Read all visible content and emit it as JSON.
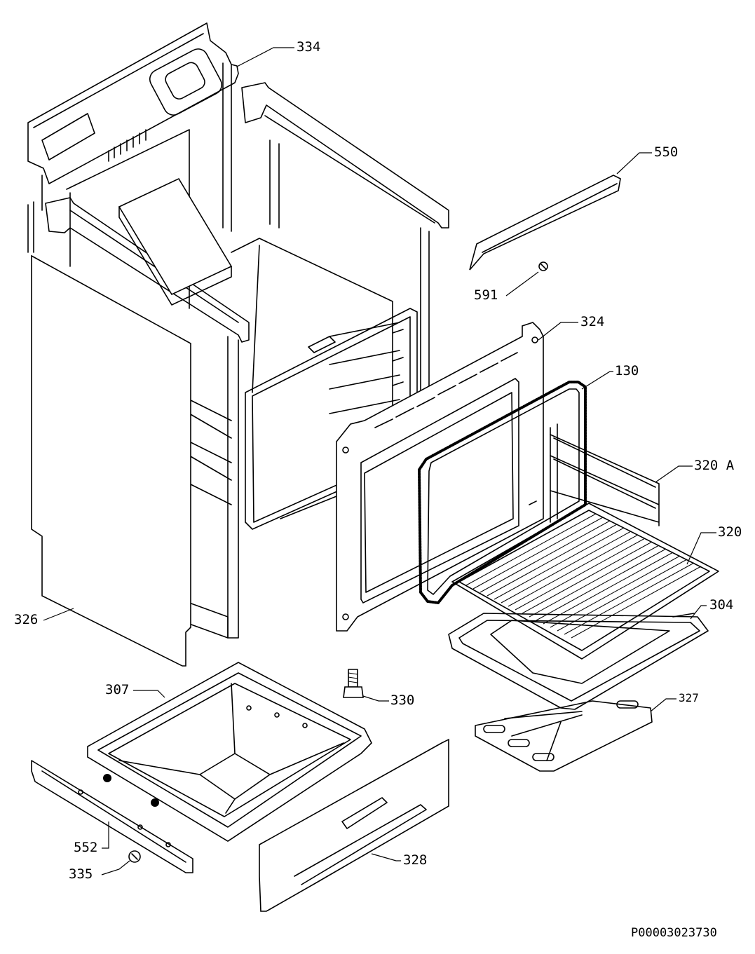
{
  "parts": [
    {
      "id": "p334",
      "label": "334"
    },
    {
      "id": "p550",
      "label": "550"
    },
    {
      "id": "p591",
      "label": "591"
    },
    {
      "id": "p324",
      "label": "324"
    },
    {
      "id": "p130",
      "label": "130"
    },
    {
      "id": "p320a",
      "label": "320 A"
    },
    {
      "id": "p320",
      "label": "320"
    },
    {
      "id": "p304",
      "label": "304"
    },
    {
      "id": "p326",
      "label": "326"
    },
    {
      "id": "p307",
      "label": "307"
    },
    {
      "id": "p330",
      "label": "330"
    },
    {
      "id": "p327",
      "label": "327"
    },
    {
      "id": "p552",
      "label": "552"
    },
    {
      "id": "p328",
      "label": "328"
    },
    {
      "id": "p335",
      "label": "335"
    }
  ],
  "document_ref": "P00003023730"
}
